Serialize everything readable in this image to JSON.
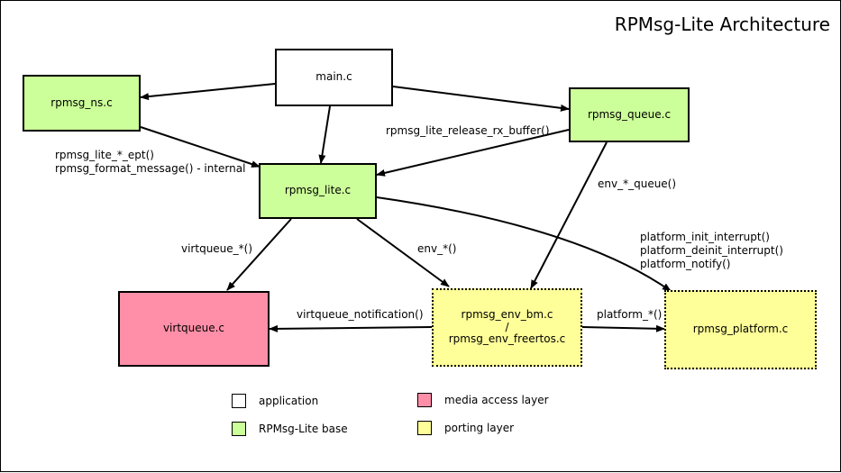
{
  "title": "RPMsg-Lite Architecture",
  "colors": {
    "application": "#ffffff",
    "base": "#ccff99",
    "media_access": "#ff8fa8",
    "porting": "#ffff99"
  },
  "nodes": {
    "main": "main.c",
    "rpmsg_ns": "rpmsg_ns.c",
    "rpmsg_queue": "rpmsg_queue.c",
    "rpmsg_lite": "rpmsg_lite.c",
    "virtqueue": "virtqueue.c",
    "env_line1": "rpmsg_env_bm.c",
    "env_line2": "/",
    "env_line3": "rpmsg_env_freertos.c",
    "platform": "rpmsg_platform.c"
  },
  "edge_labels": {
    "ns_to_lite_1": "rpmsg_lite_*_ept()",
    "ns_to_lite_2": "rpmsg_format_message() - internal",
    "queue_to_lite": "rpmsg_lite_release_rx_buffer()",
    "queue_to_env": "env_*_queue()",
    "lite_to_virtqueue": "virtqueue_*()",
    "lite_to_env": "env_*()",
    "lite_to_platform_1": "platform_init_interrupt()",
    "lite_to_platform_2": "platform_deinit_interrupt()",
    "lite_to_platform_3": "platform_notify()",
    "env_to_virtqueue": "virtqueue_notification()",
    "env_to_platform": "platform_*()"
  },
  "legend": {
    "application": "application",
    "base": "RPMsg-Lite base",
    "media_access": "media access layer",
    "porting": "porting layer"
  }
}
